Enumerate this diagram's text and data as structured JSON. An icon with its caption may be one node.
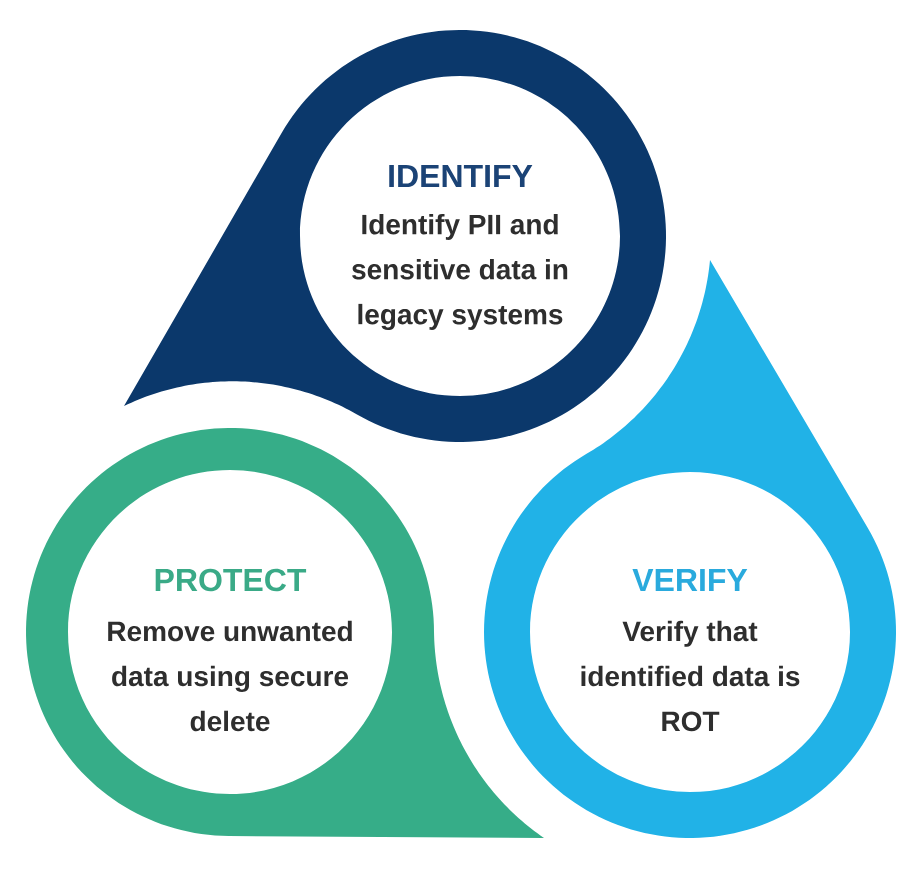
{
  "diagram": {
    "nodes": [
      {
        "text": [
          "IDENTIFY",
          "Identify PII and sensitive data in legacy systems"
        ]
      },
      {
        "text": [
          "PROTECT",
          "Remove unwanted data using secure delete"
        ]
      },
      {
        "text": [
          "VERIFY",
          "Verify that identified data is ROT"
        ]
      }
    ]
  }
}
